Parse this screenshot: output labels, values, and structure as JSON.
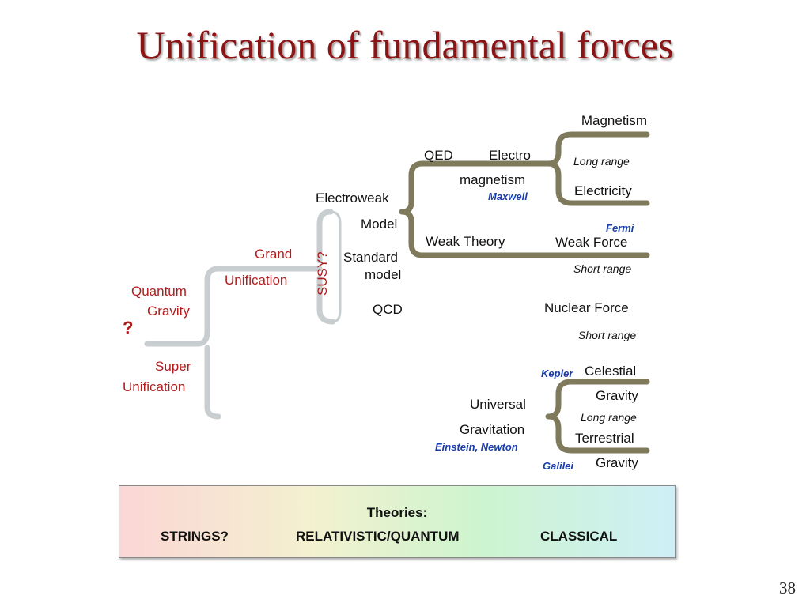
{
  "title": "Unification of fundamental forces",
  "labels": {
    "magnetism": "Magnetism",
    "qed": "QED",
    "electro": "Electro",
    "long_range_1": "Long range",
    "magnetism_2": "magnetism",
    "maxwell": "Maxwell",
    "electricity": "Electricity",
    "electroweak": "Electroweak",
    "model": "Model",
    "fermi": "Fermi",
    "weak_theory": "Weak Theory",
    "weak_force": "Weak Force",
    "grand": "Grand",
    "standard": "Standard",
    "model_2": "model",
    "short_range_1": "Short range",
    "unification": "Unification",
    "susy": "SUSY?",
    "quantum": "Quantum",
    "gravity_q": "Gravity",
    "qcd": "QCD",
    "nuclear_force": "Nuclear Force",
    "question": "?",
    "short_range_2": "Short range",
    "super": "Super",
    "kepler": "Kepler",
    "celestial": "Celestial",
    "unification_2": "Unification",
    "gravity_c": "Gravity",
    "universal": "Universal",
    "long_range_2": "Long range",
    "gravitation": "Gravitation",
    "terrestrial": "Terrestrial",
    "einstein_newton": "Einstein, Newton",
    "galilei": "Galilei",
    "gravity_t": "Gravity"
  },
  "theories": {
    "heading": "Theories:",
    "strings": "STRINGS?",
    "relativistic": "RELATIVISTIC/QUANTUM",
    "classical": "CLASSICAL"
  },
  "colors": {
    "title": "#8b1414",
    "red_labels": "#b01c1c",
    "blue_labels": "#1a3ea8",
    "olive_lines": "#7f7a5c",
    "grey_lines": "#c5cbcf"
  },
  "page_number": "38"
}
